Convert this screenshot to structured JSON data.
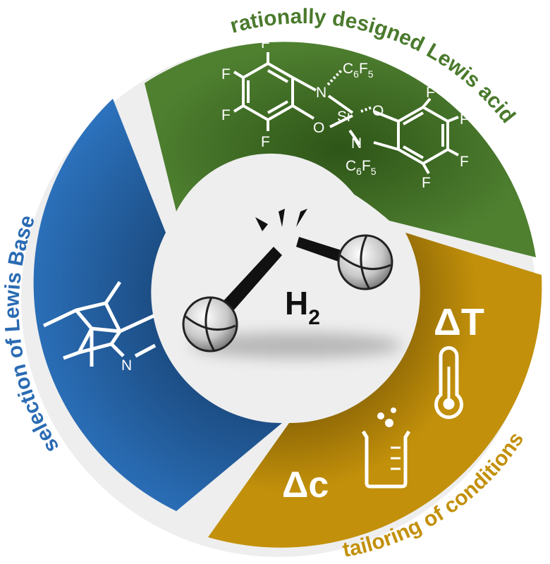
{
  "segments": {
    "acid": {
      "label": "rationally designed Lewis acid",
      "color": "#4a7a2c",
      "dark": "#335a1d"
    },
    "base": {
      "label": "selection of Lewis Base",
      "color": "#2a6bb3",
      "dark": "#1a4478"
    },
    "cond": {
      "label": "tailoring of conditions",
      "color": "#c2900a",
      "dark": "#7a5a05"
    }
  },
  "center": {
    "color": "#eeeeee"
  },
  "molecule": {
    "label": "H",
    "subscript": "2"
  },
  "acid_structure": {
    "fluorine": "F",
    "nitrogen": "N",
    "oxygen": "O",
    "silicon": "Si",
    "substituent": {
      "base": "C",
      "sub1": "6",
      "mid": "F",
      "sub2": "5"
    }
  },
  "base_structure": {
    "nitrogen": "N"
  },
  "conditions": {
    "temperature_label": "ΔT",
    "concentration_label": "Δc",
    "thermometer": "thermometer-icon",
    "beaker": "beaker-icon"
  }
}
